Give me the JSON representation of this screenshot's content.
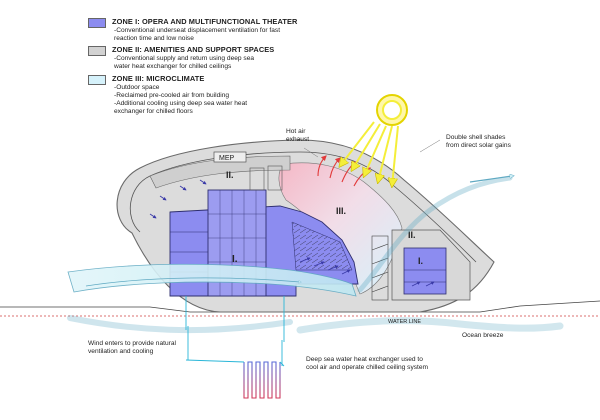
{
  "legend": {
    "zones": [
      {
        "title": "ZONE I: OPERA AND MULTIFUNCTIONAL THEATER",
        "lines": [
          "-Conventional underseat displacement ventilation for fast",
          "reaction time and low noise"
        ],
        "color": "#8c8cf0"
      },
      {
        "title": "ZONE II: AMENITIES AND SUPPORT SPACES",
        "lines": [
          "-Conventional supply and return using deep sea",
          "water heat exchanger for chilled ceilings"
        ],
        "color": "#d2d2d2"
      },
      {
        "title": "ZONE III: MICROCLIMATE",
        "lines": [
          "-Outdoor space",
          "-Reclaimed pre-cooled air from building",
          "-Additional cooling using deep sea water heat",
          "exchanger for chilled floors"
        ],
        "color": "#d6f2fb"
      }
    ]
  },
  "labels": {
    "mep": "MEP",
    "zone_ii_top": "II.",
    "zone_ii_right": "II.",
    "zone_iii": "III.",
    "zone_i_main": "I.",
    "zone_i_right": "I.",
    "water_line": "WATER LINE"
  },
  "callouts": {
    "hot_air": [
      "Hot air",
      "exhaust"
    ],
    "double_shell": [
      "Double shell shades",
      "from direct solar gains"
    ],
    "ocean_breeze": [
      "Ocean breeze"
    ],
    "wind": [
      "Wind enters to provide natural",
      "ventilation and cooling"
    ],
    "deep_sea": [
      "Deep sea water heat exchanger used to",
      "cool air and operate chilled ceiling system"
    ]
  },
  "colors": {
    "zone_i": "#8c8cf0",
    "zone_ii": "#d2d2d2",
    "zone_iii": "#d6f2fb",
    "wind": "#cdeef5",
    "wind_edge": "#5fa9c2",
    "sun": "#f4ee3a",
    "hot_air": "#e23a3a",
    "water_line": "#d04040",
    "ventilation_arrow": "#3a3aa8"
  },
  "icons": [
    "sun-icon",
    "solar-ray-arrow-icon",
    "hot-air-arrow-icon",
    "wind-arrow-icon",
    "ventilation-arrow-icon",
    "heat-exchanger-coil-icon"
  ]
}
